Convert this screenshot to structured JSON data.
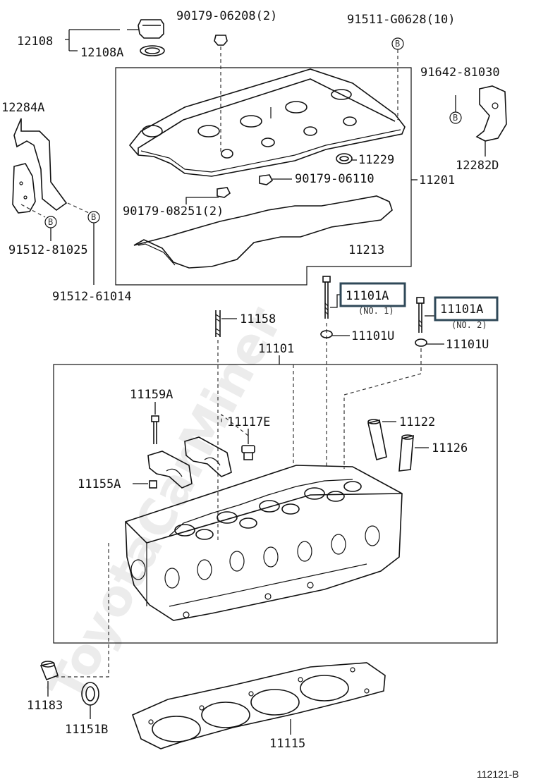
{
  "colors": {
    "highlight": "#2f4858",
    "ink": "#111111",
    "watermark": "#ececec"
  },
  "watermark": "ToyotaCarMiner",
  "labels": {
    "p12108": "12108",
    "p12108a": "12108A",
    "p90179_06208": "90179-06208(2)",
    "p91511_g0628": "91511-G0628(10)",
    "p91642_81030": "91642-81030",
    "p12284a": "12284A",
    "p11229": "11229",
    "p90179_06110": "90179-06110",
    "p11201": "11201",
    "p12282d": "12282D",
    "p90179_08251": "90179-08251(2)",
    "p11213": "11213",
    "p91512_81025": "91512-81025",
    "p91512_61014": "91512-61014",
    "p11101a_1": "11101A",
    "p11101a_1_sub": "(NO. 1)",
    "p11101a_2": "11101A",
    "p11101a_2_sub": "(NO. 2)",
    "p11158": "11158",
    "p11101u_1": "11101U",
    "p11101u_2": "11101U",
    "p11101": "11101",
    "p11159a": "11159A",
    "p11117e": "11117E",
    "p11122": "11122",
    "p11126": "11126",
    "p11155a": "11155A",
    "p11183": "11183",
    "p11151b": "11151B",
    "p11115": "11115",
    "b_mark": "B"
  },
  "figure_code": "112121-B"
}
